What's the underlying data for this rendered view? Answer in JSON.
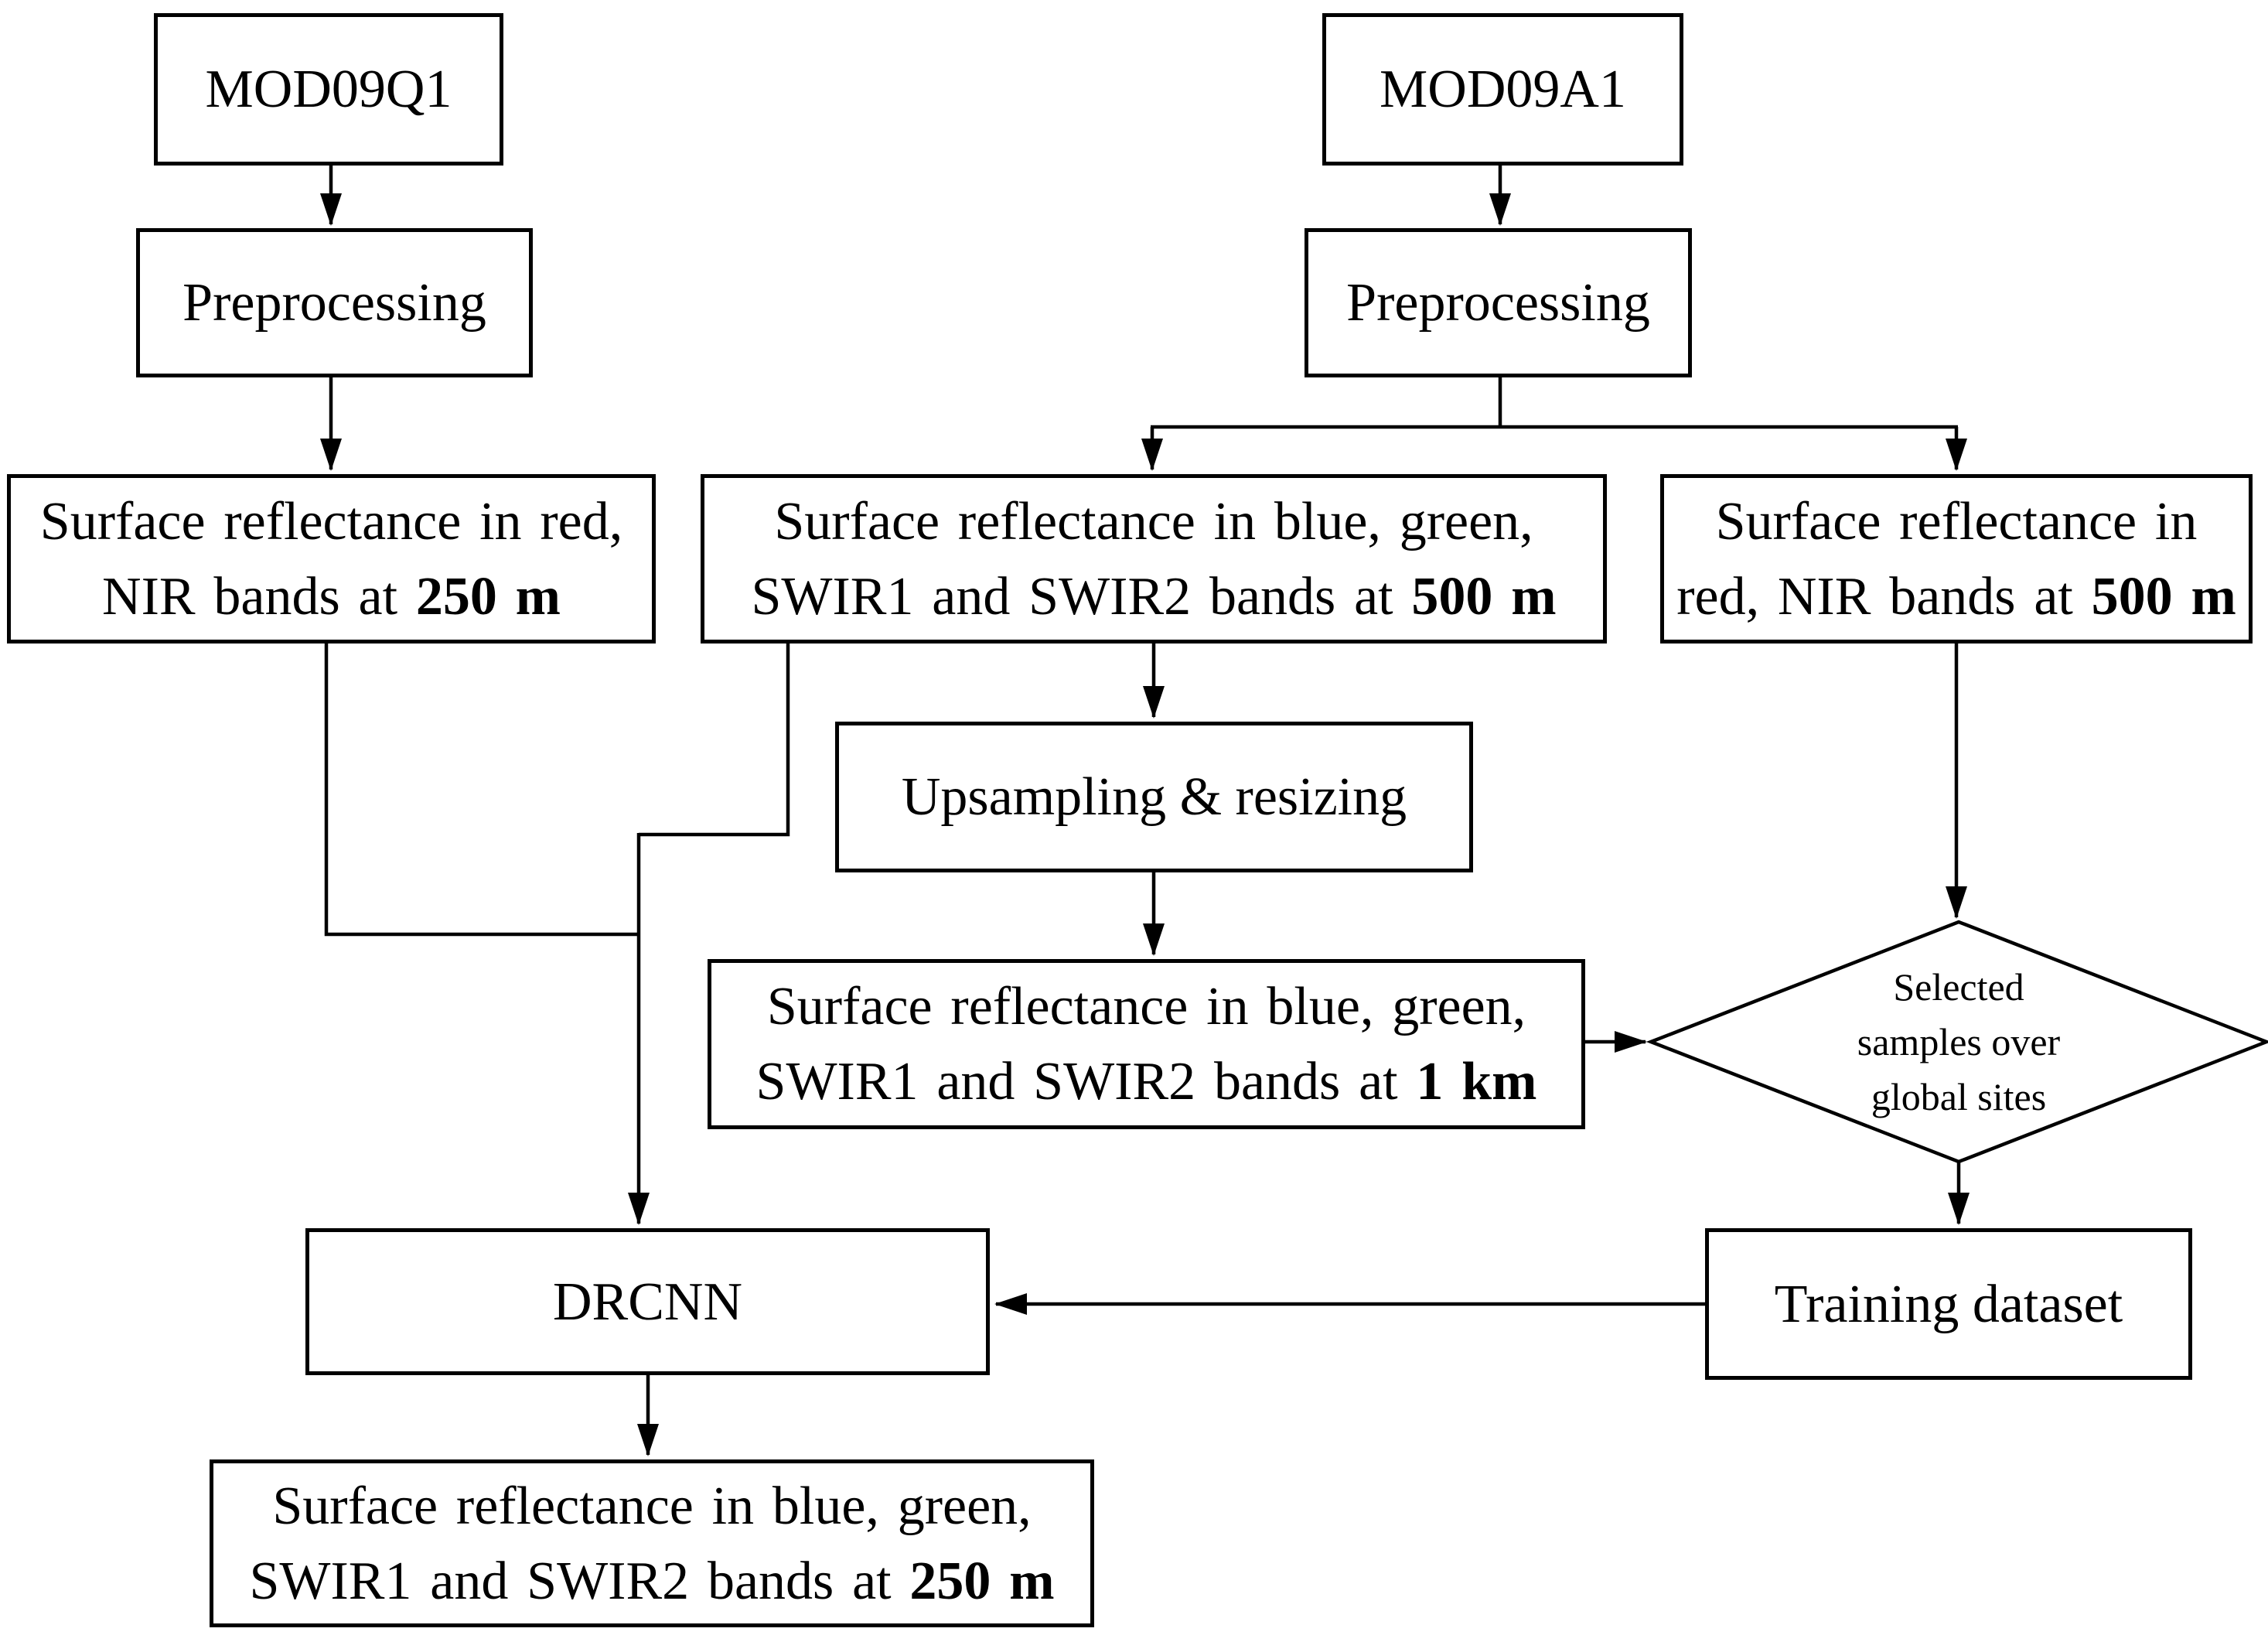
{
  "title": "MODIS DRCNN downscaling flowchart",
  "colors": {
    "ink": "#000000",
    "background": "#ffffff"
  },
  "nodes": {
    "mod09q1": {
      "label": "MOD09Q1"
    },
    "prep_left": {
      "label": "Preprocessing"
    },
    "sr250": {
      "line1": "Surface reflectance in red,",
      "line2": "NIR bands at ",
      "line2_bold": "250 m"
    },
    "mod09a1": {
      "label": "MOD09A1"
    },
    "prep_right": {
      "label": "Preprocessing"
    },
    "sr500_4band": {
      "line1": "Surface reflectance in blue, green,",
      "line2": "SWIR1 and SWIR2 bands at ",
      "line2_bold": "500 m"
    },
    "sr500_rednir": {
      "line1": "Surface reflectance in",
      "line2": "red, NIR bands at ",
      "line2_bold": "500 m"
    },
    "upsampling": {
      "label": "Upsampling & resizing"
    },
    "sr1km": {
      "line1": "Surface reflectance in blue, green,",
      "line2": "SWIR1 and SWIR2 bands at ",
      "line2_bold": "1 km"
    },
    "diamond": {
      "line1": "Selected",
      "line2": "samples over",
      "line3": "global sites"
    },
    "training": {
      "label": "Training dataset"
    },
    "drcnn": {
      "label": "DRCNN"
    },
    "output": {
      "line1": "Surface reflectance in blue, green,",
      "line2": "SWIR1 and SWIR2 bands at ",
      "line2_bold": "250 m"
    }
  },
  "edges": [
    {
      "from": "mod09q1",
      "to": "prep_left"
    },
    {
      "from": "prep_left",
      "to": "sr250"
    },
    {
      "from": "mod09a1",
      "to": "prep_right"
    },
    {
      "from": "prep_right",
      "to": "sr500_4band"
    },
    {
      "from": "prep_right",
      "to": "sr500_rednir"
    },
    {
      "from": "sr500_4band",
      "to": "upsampling"
    },
    {
      "from": "upsampling",
      "to": "sr1km"
    },
    {
      "from": "sr1km",
      "to": "diamond"
    },
    {
      "from": "sr500_rednir",
      "to": "diamond"
    },
    {
      "from": "diamond",
      "to": "training"
    },
    {
      "from": "training",
      "to": "drcnn"
    },
    {
      "from": "sr250",
      "to": "drcnn"
    },
    {
      "from": "sr500_4band",
      "to": "drcnn"
    },
    {
      "from": "drcnn",
      "to": "output"
    }
  ]
}
